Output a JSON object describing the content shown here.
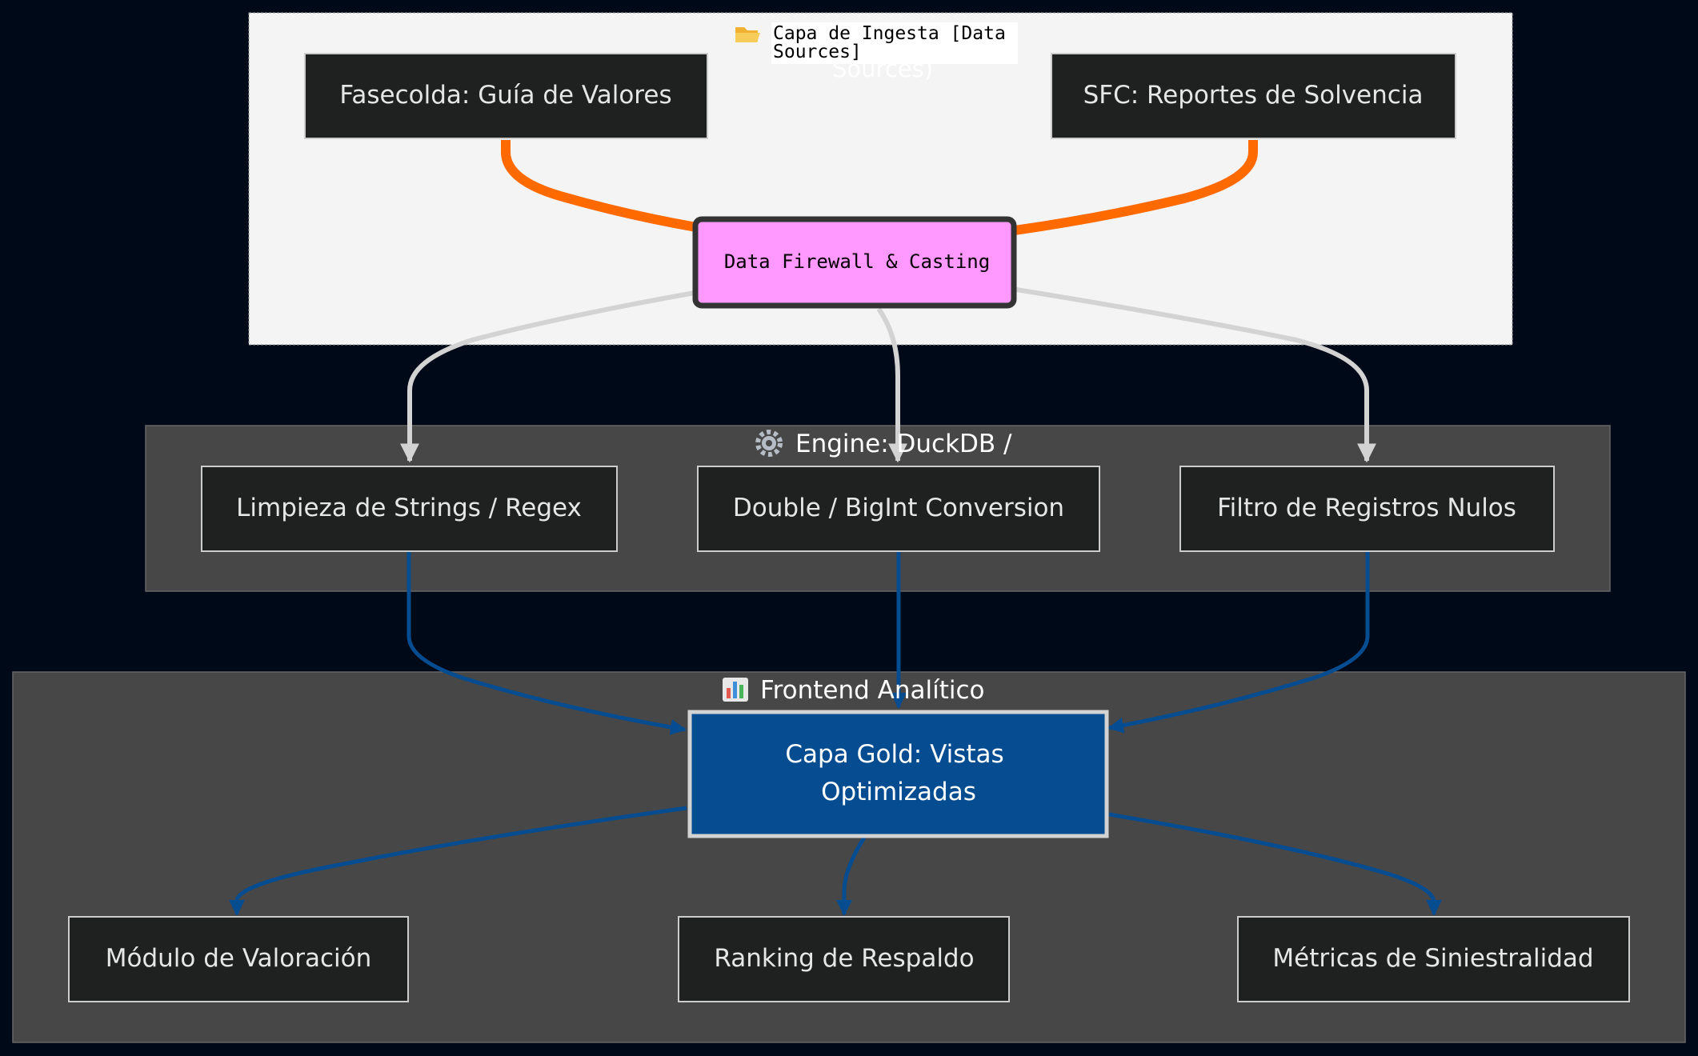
{
  "clusters": {
    "ingest": {
      "icon": "folder-icon",
      "title_line1": "Capa de Ingesta [Data",
      "title_line2": "Sources]",
      "title_overflow": "Sources)"
    },
    "engine": {
      "icon": "gear-icon",
      "title": "Engine: DuckDB /"
    },
    "frontend": {
      "icon": "bar-chart-icon",
      "title": "Frontend Analítico"
    }
  },
  "nodes": {
    "fasecolda": "Fasecolda: Guía de Valores",
    "sfc": "SFC: Reportes de Solvencia",
    "firewall": "Data Firewall & Casting",
    "limpieza": "Limpieza de Strings / Regex",
    "double": "Double / BigInt Conversion",
    "filtro": "Filtro de Registros Nulos",
    "gold_line1": "Capa Gold: Vistas",
    "gold_line2": "Optimizadas",
    "valoracion": "Módulo de Valoración",
    "ranking": "Ranking de Respaldo",
    "metricas": "Métricas de Siniestralidad"
  },
  "colors": {
    "background": "#000918",
    "ingest_cluster": "#f4f4f4",
    "dark_cluster": "#474747",
    "node_fill": "#1f2020",
    "node_border": "#cccccc",
    "firewall_fill": "#ff99ff",
    "gold_fill": "#064c91",
    "orange_edge": "#ff6a00",
    "grey_edge": "#d3d3d3",
    "blue_edge": "#064c91"
  }
}
